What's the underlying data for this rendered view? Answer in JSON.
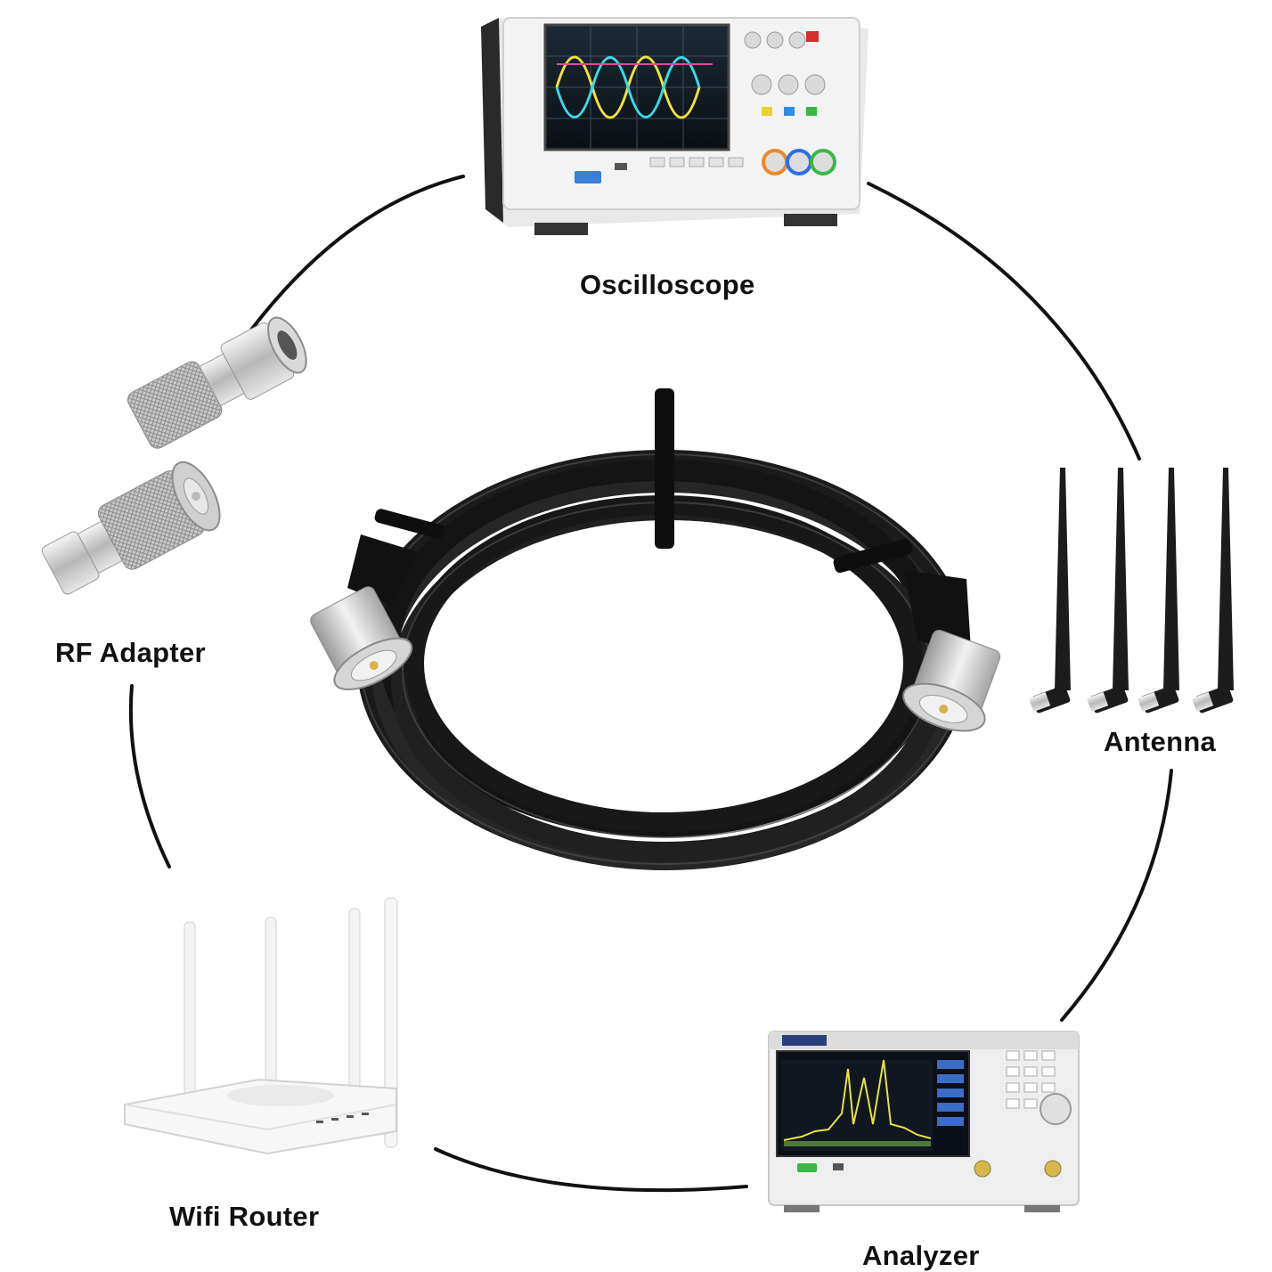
{
  "labels": {
    "oscilloscope": "Oscilloscope",
    "rf_adapter": "RF Adapter",
    "antenna": "Antenna",
    "wifi_router": "Wifi Router",
    "analyzer": "Analyzer"
  },
  "colors": {
    "background": "#ffffff",
    "arc": "#111111",
    "cable": "#1b1b1b",
    "metal": "#c8c8c8"
  },
  "icons": [
    "oscilloscope-image",
    "rf-adapter-image",
    "antenna-image",
    "wifi-router-image",
    "spectrum-analyzer-image",
    "bnc-cable-image"
  ]
}
